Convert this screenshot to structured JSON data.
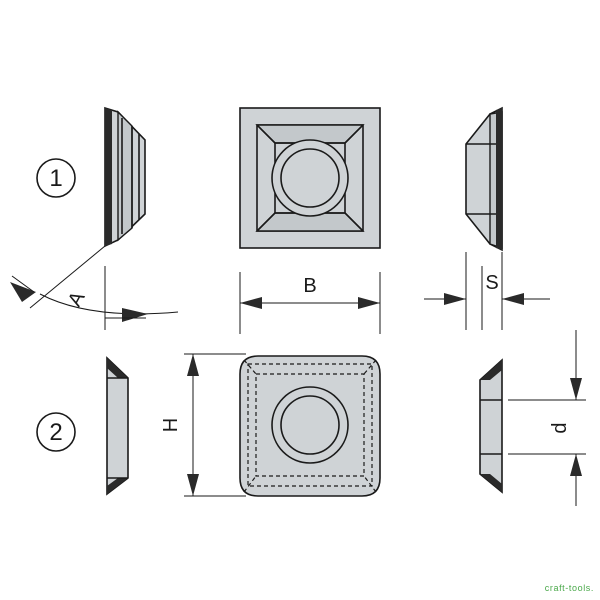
{
  "labels": {
    "variant_1": "1",
    "variant_2": "2",
    "dim_B": "B",
    "dim_S": "S",
    "dim_H": "H",
    "dim_d": "d",
    "dim_angle": "A"
  },
  "watermark": "craft-tools.",
  "colors": {
    "line": "#1a1a1a",
    "face": "#cfd3d6",
    "watermark": "#4aa84a"
  }
}
